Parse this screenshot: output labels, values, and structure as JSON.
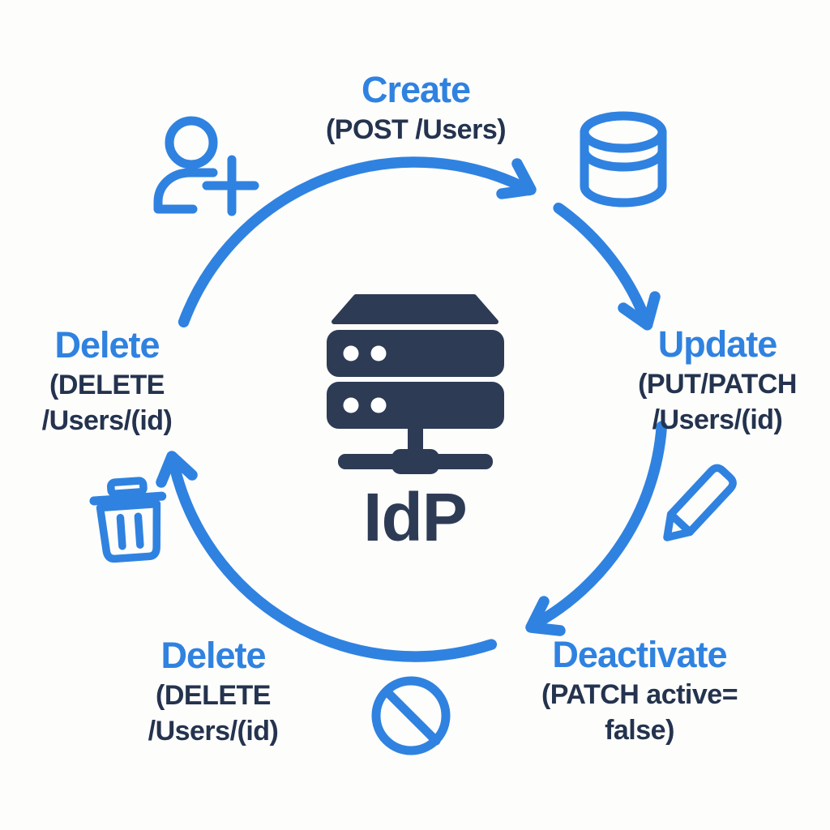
{
  "colors": {
    "accent_blue": "#2f82e0",
    "dark_navy": "#2e3b55",
    "sub_text": "#24334e",
    "background": "#fdfdfc"
  },
  "flow_direction": "clockwise",
  "center": {
    "icon": "server-icon",
    "label": "IdP"
  },
  "nodes": {
    "create": {
      "title": "Create",
      "line1": "(POST /Users)"
    },
    "update": {
      "title": "Update",
      "line1": "(PUT/PATCH",
      "line2": "/Users/(id)"
    },
    "deactivate": {
      "title": "Deactivate",
      "line1": "(PATCH active=",
      "line2": "false)"
    },
    "delete_bottom": {
      "title": "Delete",
      "line1": "(DELETE",
      "line2": "/Users/(id)"
    },
    "delete_left": {
      "title": "Delete",
      "line1": "(DELETE",
      "line2": "/Users/(id)"
    }
  },
  "icons": {
    "top_left": "user-add-icon",
    "top_right": "database-icon",
    "right": "pencil-icon",
    "bottom": "no-entry-icon",
    "left": "trash-icon",
    "center": "server-icon"
  }
}
